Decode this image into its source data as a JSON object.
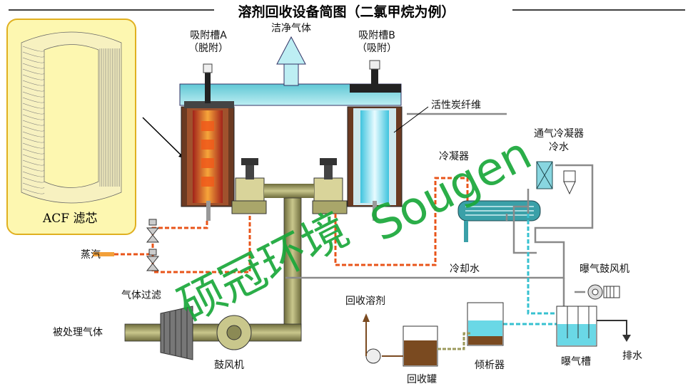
{
  "title": "溶剂回收设备简图（二氯甲烷为例）",
  "labels": {
    "tank_a": "吸附槽A",
    "tank_a_state": "（脱附）",
    "tank_b": "吸附槽B",
    "tank_b_state": "（吸附）",
    "clean_gas": "洁净气体",
    "activated_carbon_fiber": "活性炭纤维",
    "vent_condenser": "通气冷凝器",
    "cold_water_top": "冷水",
    "condenser": "冷凝器",
    "steam": "蒸汽",
    "gas_filter": "气体过滤",
    "treated_gas": "被处理气体",
    "blower": "鼓风机",
    "cooling_water": "冷却水",
    "aeration_blower": "曝气鼓风机",
    "recovered_solvent": "回收溶剂",
    "recovery_tank": "回收罐",
    "decanter": "倾析器",
    "aeration_tank": "曝气槽",
    "drain": "排水",
    "acf_filter": "ACF 滤芯"
  },
  "watermark": {
    "cn": "硕冠环境",
    "en": "Sougen",
    "color": "#1aa83a"
  },
  "colors": {
    "hot": "#e8541a",
    "cold": "#7fe0f0",
    "pipe_olive": "#9c9a5c",
    "panel_bg": "#fdf7b0",
    "tank_shell": "#8a4a2a"
  }
}
